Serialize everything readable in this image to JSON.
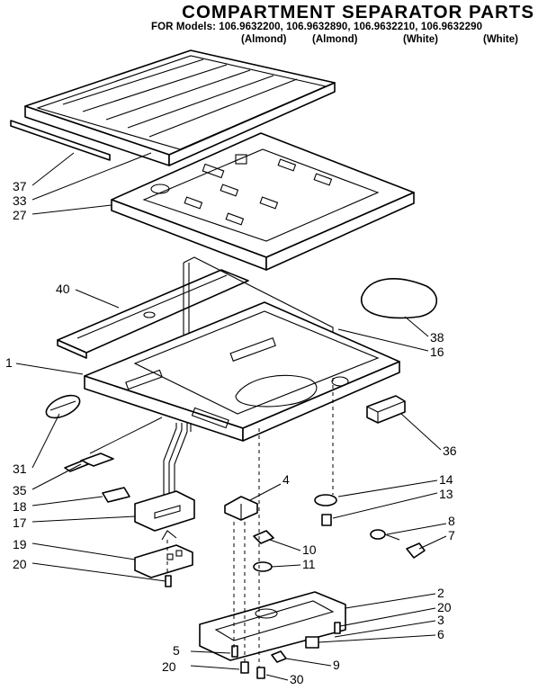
{
  "title": "COMPARTMENT SEPARATOR PARTS",
  "models_line": "FOR Models: 106.9632200, 106.9632890, 106.9632210, 106.9632290",
  "colors": [
    "(Almond)",
    "(Almond)",
    "(White)",
    "(White)"
  ],
  "callouts": {
    "c37": "37",
    "c33": "33",
    "c27": "27",
    "c40": "40",
    "c1": "1",
    "c38": "38",
    "c16": "16",
    "c36": "36",
    "c31": "31",
    "c35": "35",
    "c18": "18",
    "c17": "17",
    "c19": "19",
    "c20a": "20",
    "c4": "4",
    "c14": "14",
    "c13": "13",
    "c8": "8",
    "c7": "7",
    "c10": "10",
    "c11": "11",
    "c2": "2",
    "c20b": "20",
    "c3": "3",
    "c6": "6",
    "c5": "5",
    "c20c": "20",
    "c9": "9",
    "c30": "30"
  }
}
